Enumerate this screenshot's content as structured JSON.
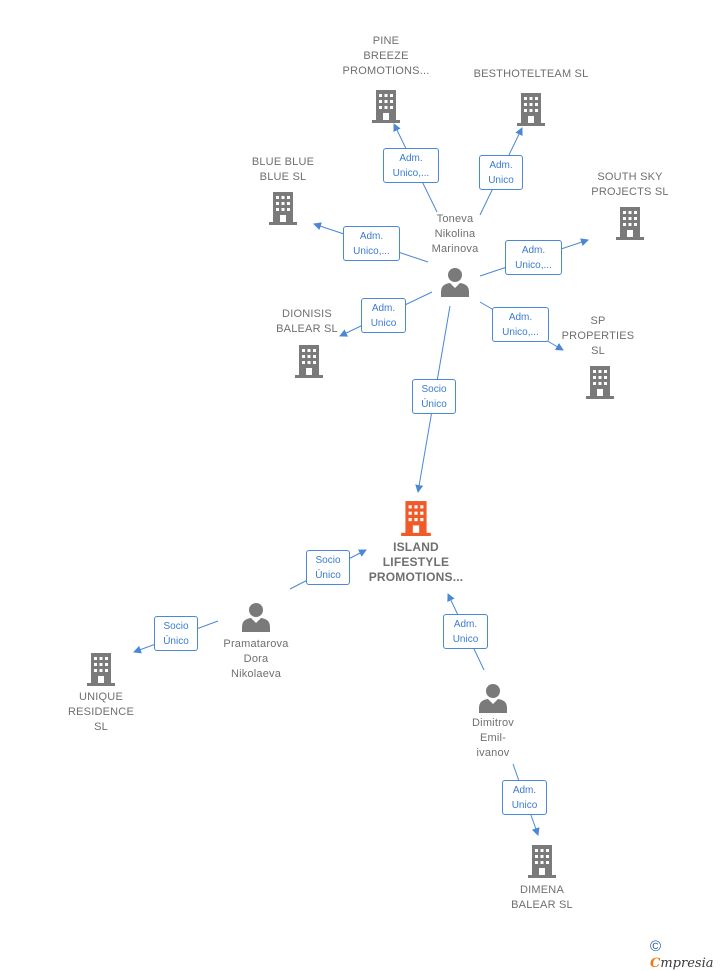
{
  "nodes": {
    "pine": "PINE\nBREEZE\nPROMOTIONS...",
    "besthotelteam": "BESTHOTELTEAM SL",
    "blueblue": "BLUE BLUE\nBLUE  SL",
    "southsky": "SOUTH SKY\nPROJECTS  SL",
    "toneva": "Toneva\nNikolina\nMarinova",
    "dionisis": "DIONISIS\nBALEAR  SL",
    "sp": "SP\nPROPERTIES\nSL",
    "island": "ISLAND\nLIFESTYLE\nPROMOTIONS...",
    "pramatarova": "Pramatarova\nDora\nNikolaeva",
    "unique": "UNIQUE\nRESIDENCE\nSL",
    "dimitrov": "Dimitrov\nEmil-\nivanov",
    "dimena": "DIMENA\nBALEAR  SL"
  },
  "relations": {
    "toneva_pine": "Adm.\nUnico,...",
    "toneva_besthotel": "Adm.\nUnico",
    "toneva_blueblue": "Adm.\nUnico,...",
    "toneva_southsky": "Adm.\nUnico,...",
    "toneva_dionisis": "Adm.\nUnico",
    "toneva_sp": "Adm.\nUnico,...",
    "toneva_island": "Socio\nÚnico",
    "pramatarova_island": "Socio\nÚnico",
    "pramatarova_unique": "Socio\nÚnico",
    "dimitrov_island": "Adm.\nUnico",
    "dimitrov_dimena": "Adm.\nUnico"
  },
  "footer": {
    "copyright": "©",
    "brand_initial": "C",
    "brand_rest": "mpresia"
  },
  "colors": {
    "edge": "#4a88d6",
    "building": "#7a7a7a",
    "main_building": "#f05a28",
    "person": "#7a7a7a"
  }
}
